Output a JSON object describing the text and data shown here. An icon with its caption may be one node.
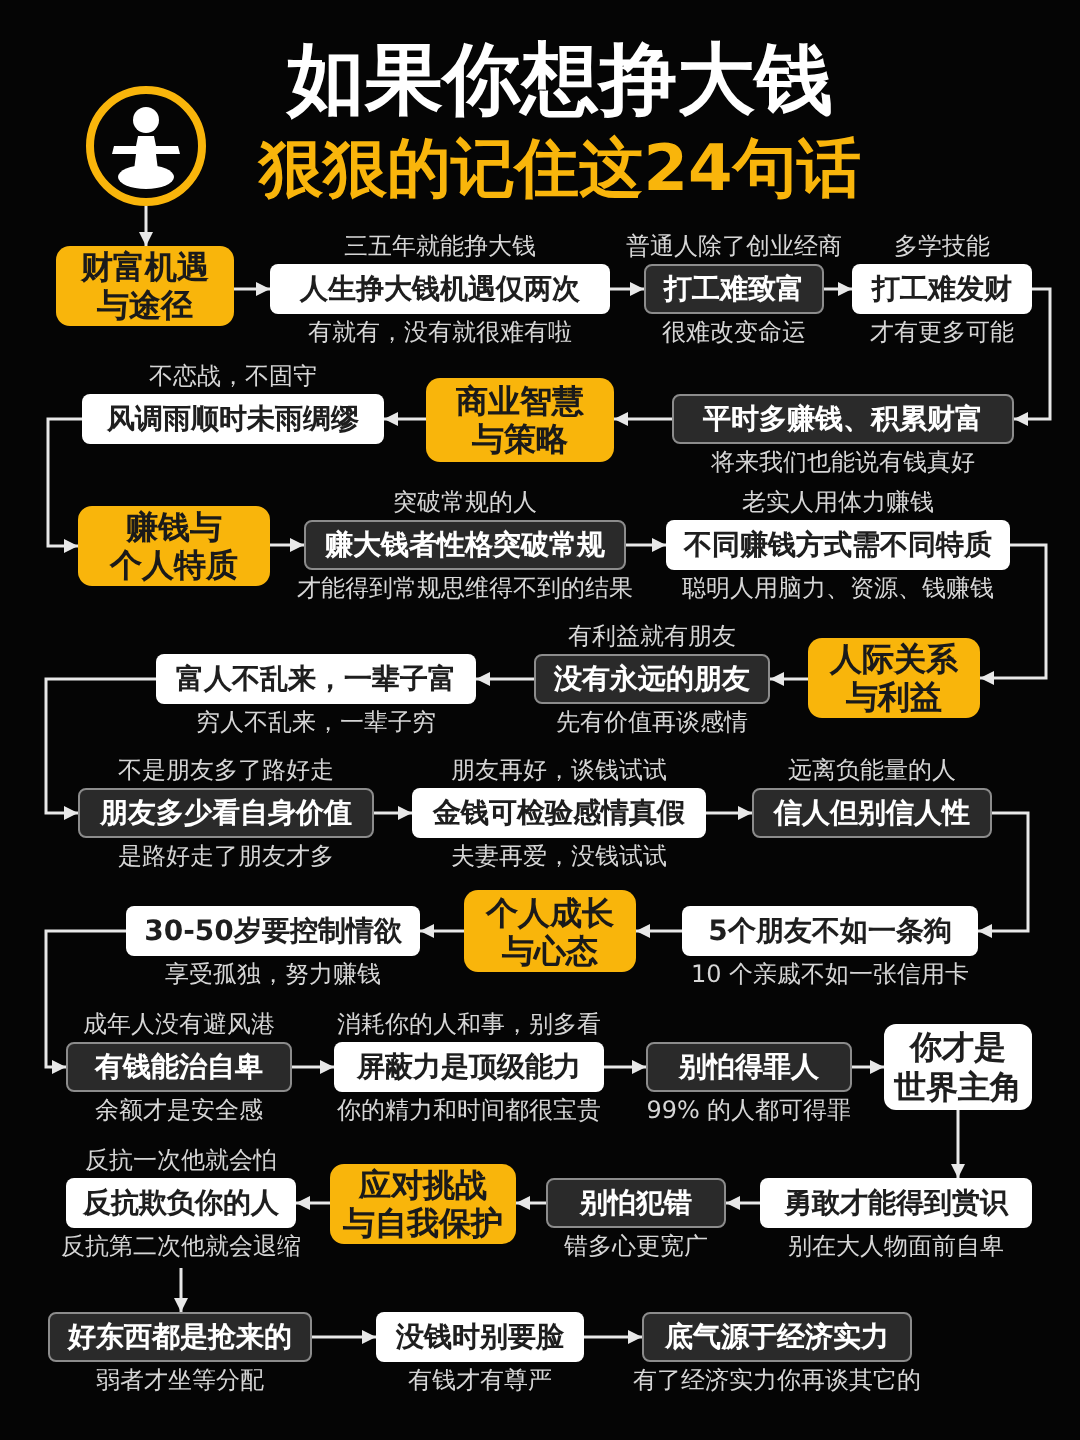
{
  "diagram": {
    "title": "如果你想挣大钱",
    "nodes": [
      {
        "text": [],
        "shape": "person"
      },
      {
        "text": [
          "财富机遇与途径"
        ]
      },
      {
        "text": [
          "人生挣大钱机遇仅两次"
        ],
        "beside": [
          "三五年就能挣大钱",
          "有就有，没有就很难有啦"
        ]
      },
      {
        "text": [
          "打工难致富"
        ],
        "beside": [
          "普通人除了创业经商",
          "很难改变命运"
        ]
      },
      {
        "text": [
          "打工难发财"
        ],
        "beside": [
          "多学技能",
          "才有更多可能"
        ]
      },
      {
        "text": [
          "平时多赚钱、积累财富"
        ],
        "beside": [
          "将来我们也能说有钱真好"
        ]
      },
      {
        "text": [
          "商业智慧与策略"
        ]
      },
      {
        "text": [
          "风调雨顺时未雨绸缪"
        ],
        "beside": [
          "不恋战，不固守"
        ]
      },
      {
        "text": [
          "赚钱与个人特质"
        ]
      },
      {
        "text": [
          "赚大钱者性格突破常规"
        ],
        "beside": [
          "突破常规的人",
          "才能得到常规思维得不到的结果"
        ]
      },
      {
        "text": [
          "不同赚钱方式需不同特质"
        ],
        "beside": [
          "老实人用体力赚钱",
          "聪明人用脑力、资源、钱赚钱"
        ]
      },
      {
        "text": [
          "人际关系与利益"
        ]
      },
      {
        "text": [
          "没有永远的朋友"
        ],
        "beside": [
          "有利益就有朋友",
          "先有价值再谈感情"
        ]
      },
      {
        "text": [
          "富人不乱来，一辈子富"
        ],
        "beside": [
          "穷人不乱来，一辈子穷"
        ]
      },
      {
        "text": [
          "朋友多少看自身价值"
        ],
        "beside": [
          "不是朋友多了路好走",
          "是路好走了朋友才多"
        ]
      },
      {
        "text": [
          "金钱可检验感情真假"
        ],
        "beside": [
          "朋友再好，谈钱试试",
          "夫妻再爱，没钱试试"
        ]
      },
      {
        "text": [
          "信人但别信人性"
        ],
        "beside": [
          "远离负能量的人"
        ]
      },
      {
        "text": [
          "5个朋友不如一条狗"
        ],
        "beside": [
          "10 个亲戚不如一张信用卡"
        ]
      },
      {
        "text": [
          "个人成长与心态"
        ]
      },
      {
        "text": [
          "30-50岁要控制情欲"
        ],
        "beside": [
          "享受孤独，努力赚钱"
        ]
      },
      {
        "text": [
          "有钱能治自卑"
        ],
        "beside": [
          "成年人没有避风港",
          "余额才是安全感"
        ]
      },
      {
        "text": [
          "屏蔽力是顶级能力"
        ],
        "beside": [
          "消耗你的人和事，别多看",
          "你的精力和时间都很宝贵"
        ]
      },
      {
        "text": [
          "别怕得罪人"
        ],
        "beside": [
          "99% 的人都可得罪"
        ]
      },
      {
        "text": [
          "你才是世界主角"
        ]
      },
      {
        "text": [
          "勇敢才能得到赏识"
        ],
        "beside": [
          "别在大人物面前自卑"
        ]
      },
      {
        "text": [
          "别怕犯错"
        ],
        "beside": [
          "错多心更宽广"
        ]
      },
      {
        "text": [
          "应对挑战与自我保护"
        ]
      },
      {
        "text": [
          "反抗欺负你的人"
        ],
        "beside": [
          "反抗一次他就会怕",
          "反抗第二次他就会退缩"
        ]
      },
      {
        "text": [
          "好东西都是抢来的"
        ],
        "beside": [
          "弱者才坐等分配"
        ]
      },
      {
        "text": [
          "没钱时别要脸"
        ],
        "beside": [
          "有钱才有尊严"
        ]
      },
      {
        "text": [
          "底气源于经济实力"
        ],
        "beside": [
          "有了经济实力你再谈其它的"
        ]
      }
    ],
    "edges": [
      {
        "from": 0,
        "to": 1,
        "arrow": "to"
      },
      {
        "from": 1,
        "to": 2,
        "arrow": "to"
      },
      {
        "from": 2,
        "to": 3,
        "arrow": "to"
      },
      {
        "from": 3,
        "to": 4,
        "arrow": "to"
      },
      {
        "from": 4,
        "to": 5,
        "arrow": "to"
      },
      {
        "from": 5,
        "to": 6,
        "arrow": "to"
      },
      {
        "from": 6,
        "to": 7,
        "arrow": "to"
      },
      {
        "from": 7,
        "to": 8,
        "arrow": "to"
      },
      {
        "from": 8,
        "to": 9,
        "arrow": "to"
      },
      {
        "from": 9,
        "to": 10,
        "arrow": "to"
      },
      {
        "from": 10,
        "to": 11,
        "arrow": "to"
      },
      {
        "from": 11,
        "to": 12,
        "arrow": "to"
      },
      {
        "from": 12,
        "to": 13,
        "arrow": "to"
      },
      {
        "from": 13,
        "to": 14,
        "arrow": "to"
      },
      {
        "from": 14,
        "to": 15,
        "arrow": "to"
      },
      {
        "from": 15,
        "to": 16,
        "arrow": "to"
      },
      {
        "from": 16,
        "to": 17,
        "arrow": "to"
      },
      {
        "from": 17,
        "to": 18,
        "arrow": "to"
      },
      {
        "from": 18,
        "to": 19,
        "arrow": "to"
      },
      {
        "from": 19,
        "to": 20,
        "arrow": "to"
      },
      {
        "from": 20,
        "to": 21,
        "arrow": "to"
      },
      {
        "from": 21,
        "to": 22,
        "arrow": "to"
      },
      {
        "from": 22,
        "to": 23,
        "arrow": "to"
      },
      {
        "from": 23,
        "to": 24,
        "arrow": "to"
      },
      {
        "from": 24,
        "to": 25,
        "arrow": "to"
      },
      {
        "from": 25,
        "to": 26,
        "arrow": "to"
      },
      {
        "from": 26,
        "to": 27,
        "arrow": "to"
      },
      {
        "from": 27,
        "to": 28,
        "arrow": "to"
      },
      {
        "from": 28,
        "to": 29,
        "arrow": "to"
      },
      {
        "from": 29,
        "to": 30,
        "arrow": "to"
      }
    ],
    "labels": [
      "狠狠的记住这24句话"
    ]
  }
}
